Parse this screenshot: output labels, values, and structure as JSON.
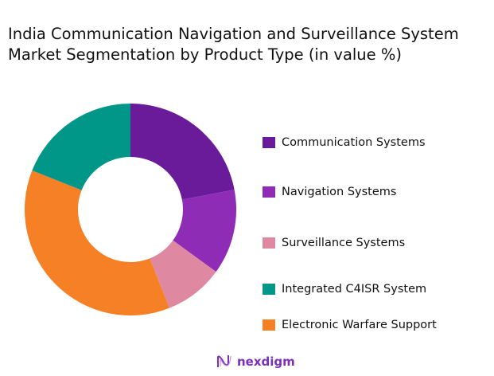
{
  "chart_data": {
    "type": "pie",
    "donut": true,
    "title": "India Communication Navigation and Surveillance System Market Segmentation by Product Type (in value %)",
    "unit": "%",
    "series": [
      {
        "name": "Communication Systems",
        "value": 22,
        "color": "#6a1b9a"
      },
      {
        "name": "Navigation Systems",
        "value": 13,
        "color": "#8e2cb5"
      },
      {
        "name": "Surveillance Systems",
        "value": 9,
        "color": "#df88a2"
      },
      {
        "name": "Integrated C4ISR System",
        "value": 19,
        "color": "#009688"
      },
      {
        "name": "Electronic Warfare Support",
        "value": 37,
        "color": "#f58025"
      }
    ],
    "slice_order_clockwise_from_top": [
      "Communication Systems",
      "Navigation Systems",
      "Surveillance Systems",
      "Electronic Warfare Support",
      "Integrated C4ISR System"
    ],
    "legend_position": "right"
  },
  "brand": {
    "name": "nexdigm",
    "color": "#7b2fbf"
  }
}
